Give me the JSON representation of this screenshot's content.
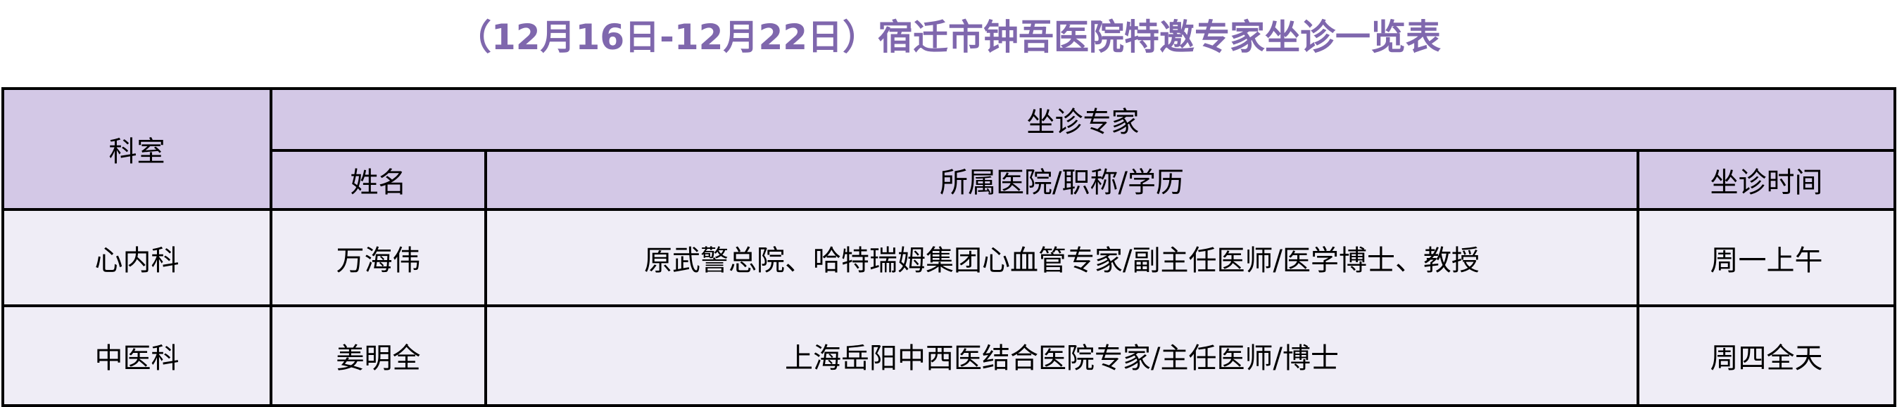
{
  "title": "（12月16日-12月22日）宿迁市钟吾医院特邀专家坐诊一览表",
  "colors": {
    "title": "#7f67ad",
    "header_bg": "#d3c8e6",
    "row_bg": "#efedf6"
  },
  "headers": {
    "department": "科室",
    "group": "坐诊专家",
    "name": "姓名",
    "hospital_title": "所属医院/职称/学历",
    "time": "坐诊时间"
  },
  "rows": [
    {
      "department": "心内科",
      "name": "万海伟",
      "hospital_title": "原武警总院、哈特瑞姆集团心血管专家/副主任医师/医学博士、教授",
      "time": "周一上午"
    },
    {
      "department": "中医科",
      "name": "姜明全",
      "hospital_title": "上海岳阳中西医结合医院专家/主任医师/博士",
      "time": "周四全天"
    }
  ]
}
